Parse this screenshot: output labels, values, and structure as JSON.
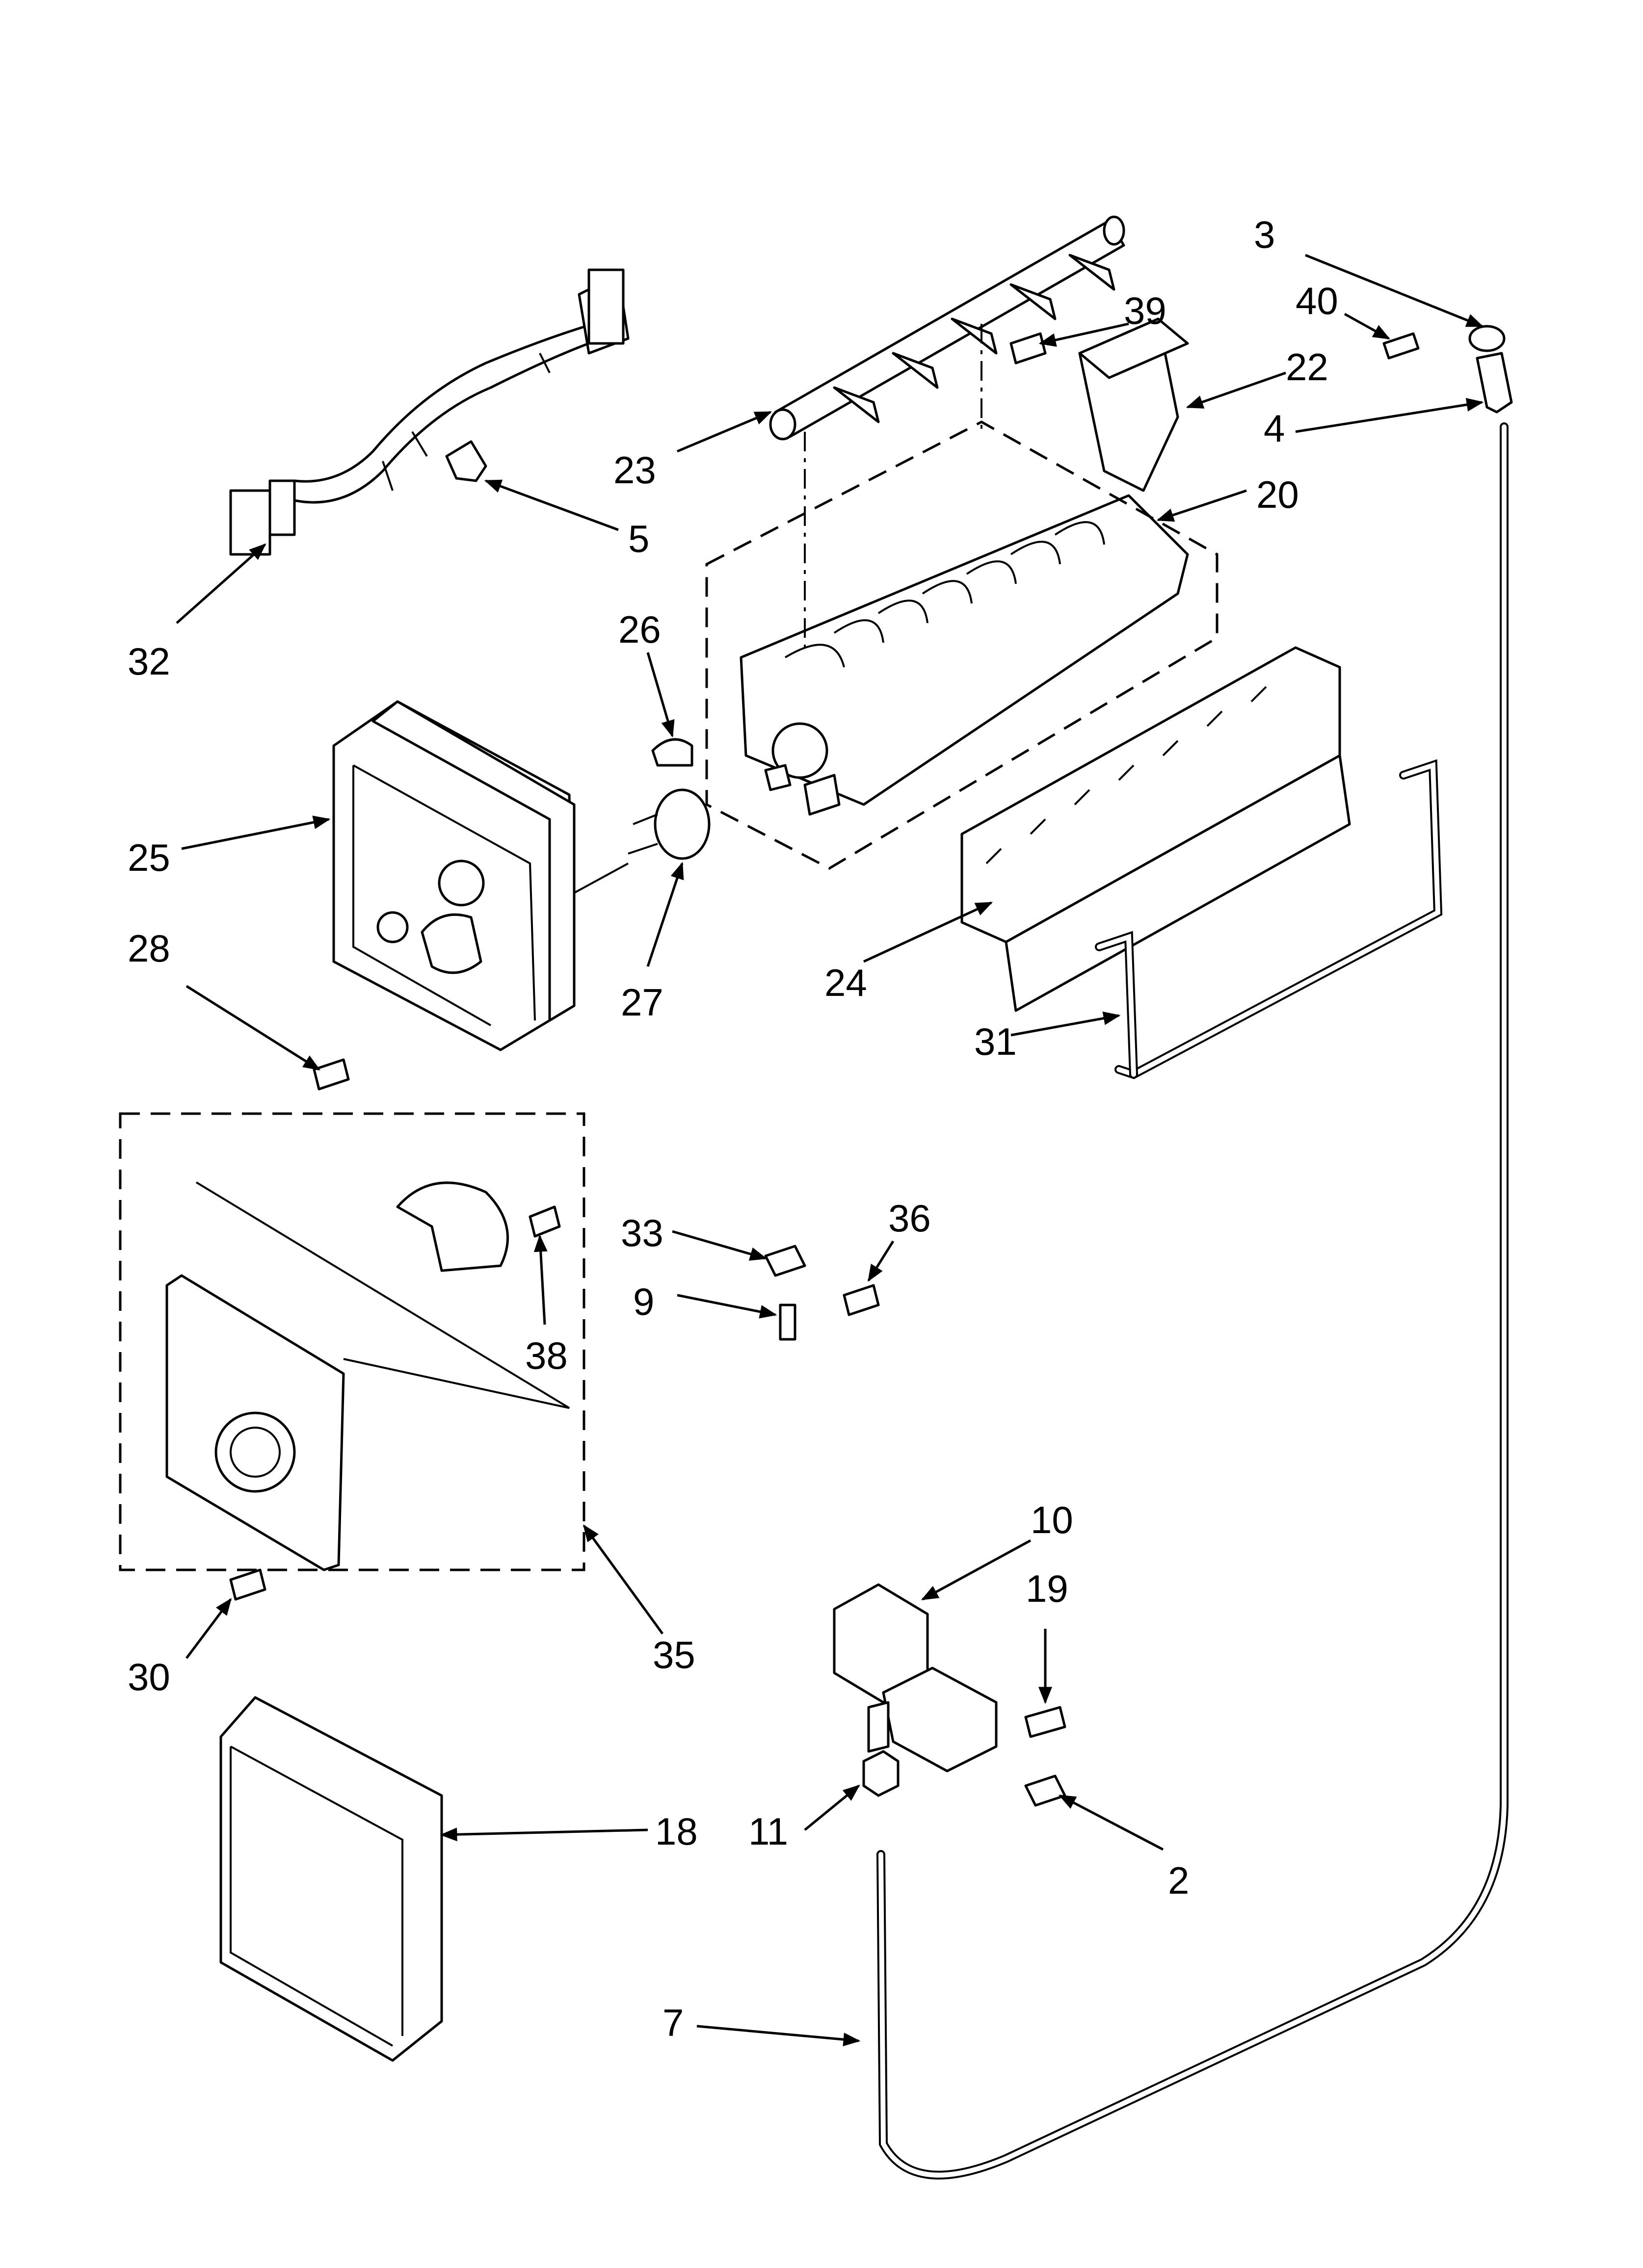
{
  "callouts": {
    "c3": "3",
    "c40": "40",
    "c22": "22",
    "c4": "4",
    "c39": "39",
    "c23": "23",
    "c20": "20",
    "c5": "5",
    "c32": "32",
    "c26": "26",
    "c25": "25",
    "c28": "28",
    "c27": "27",
    "c24": "24",
    "c31": "31",
    "c33": "33",
    "c36": "36",
    "c9": "9",
    "c38": "38",
    "c10": "10",
    "c19": "19",
    "c35": "35",
    "c30": "30",
    "c18": "18",
    "c11": "11",
    "c2": "2",
    "c7": "7"
  },
  "icons": [
    "wiring-harness",
    "clip",
    "ice-mold",
    "ejector",
    "fill-cup",
    "stripper",
    "module-housing",
    "motor",
    "thermostat",
    "shutoff-arm",
    "bail-arm",
    "water-valve",
    "tube-nut",
    "fill-tube",
    "cover"
  ]
}
